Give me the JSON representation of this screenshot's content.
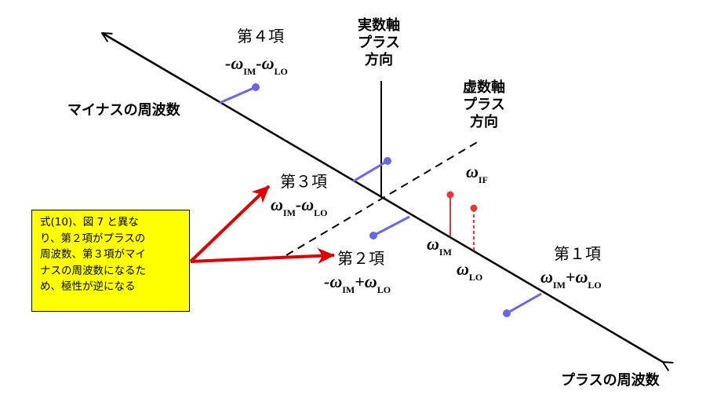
{
  "axes": {
    "negative_freq": "マイナスの周波数",
    "positive_freq": "プラスの周波数",
    "real_axis": [
      "実数軸",
      "プラス",
      "方向"
    ],
    "imag_axis": [
      "虚数軸",
      "プラス",
      "方向"
    ]
  },
  "terms": {
    "term1": {
      "label": "第１項",
      "sign1": "",
      "sub1": "IM",
      "op": "+",
      "sub2": "LO"
    },
    "term2": {
      "label": "第２項",
      "sign1": "-",
      "sub1": "IM",
      "op": "+",
      "sub2": "LO"
    },
    "term3": {
      "label": "第３項",
      "sign1": "",
      "sub1": "IM",
      "op": "-",
      "sub2": "LO"
    },
    "term4": {
      "label": "第４項",
      "sign1": "-",
      "sub1": "IM",
      "op": "-",
      "sub2": "LO"
    }
  },
  "signals": {
    "omega_im": "IM",
    "omega_lo": "LO",
    "omega_if": "IF",
    "omega_symbol": "ω"
  },
  "note": {
    "lines": [
      "式(10)、図 7 と異な",
      "り、第２項がプラスの",
      "周波数、第３項がマイ",
      "ナスの周波数になるた",
      "め、極性が逆になる"
    ]
  },
  "colors": {
    "vector_blue": "#6666ee",
    "signal_red": "#ee3333",
    "arrow_red": "#e00000",
    "note_bg": "#ffff00"
  }
}
